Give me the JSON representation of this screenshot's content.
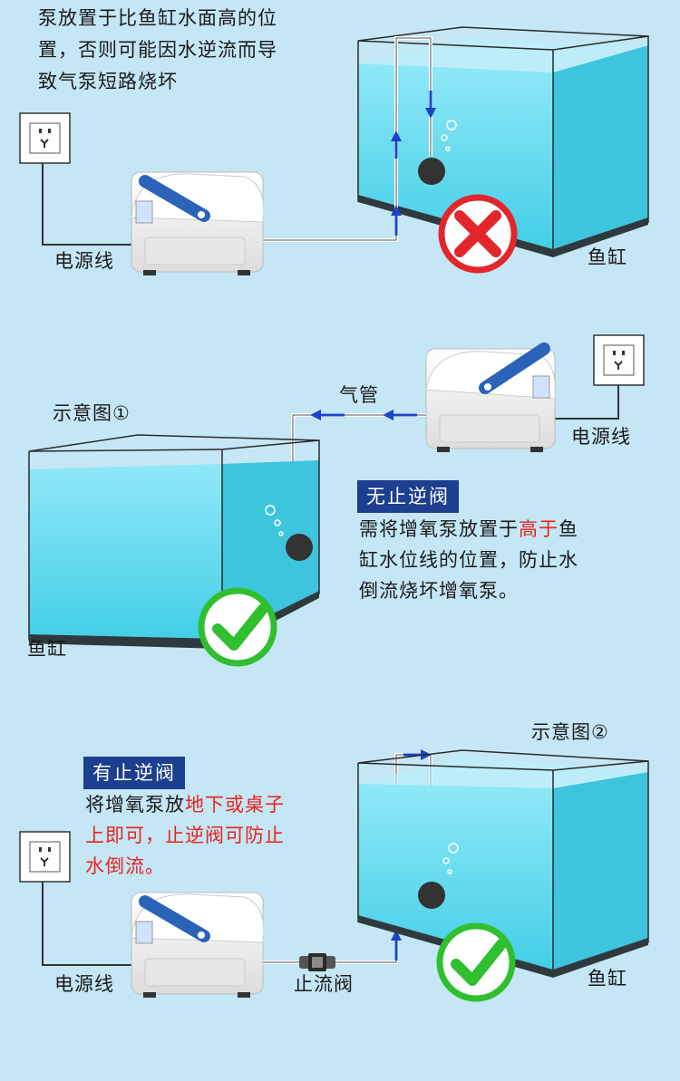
{
  "section1": {
    "note_line1": "泵放置于比鱼缸水面高的位",
    "note_line2": "置，否则可能因水逆流而导",
    "note_line3": "致气泵短路烧坏",
    "power_cord_label": "电源线",
    "tank_label": "鱼缸",
    "result_icon": "red-cross-icon"
  },
  "section2": {
    "diagram_label": "示意图①",
    "air_tube_label": "气管",
    "power_cord_label": "电源线",
    "tank_label": "鱼缸",
    "badge": "无止逆阀",
    "desc_line1_a": "需将增氧泵放置于",
    "desc_line1_b": "高于",
    "desc_line1_c": "鱼",
    "desc_line2": "缸水位线的位置，防止水",
    "desc_line3": "倒流烧坏增氧泵。",
    "result_icon": "green-check-icon"
  },
  "section3": {
    "diagram_label": "示意图②",
    "badge": "有止逆阀",
    "desc_line1_a": "将增氧泵放",
    "desc_line1_b": "地下或桌子",
    "desc_line2_a": "上即可，",
    "desc_line2_b": "止逆阀可防止",
    "desc_line3": "水倒流。",
    "power_cord_label": "电源线",
    "valve_label": "止流阀",
    "tank_label": "鱼缸",
    "result_icon": "green-check-icon"
  },
  "colors": {
    "background": "#c5e6f5",
    "water": "#5fd8ee",
    "tube_arrow": "#1b45c8",
    "badge": "#1d3f8f",
    "highlight": "#e8241c",
    "cross": "#e3262b",
    "check": "#2fbf2f"
  }
}
